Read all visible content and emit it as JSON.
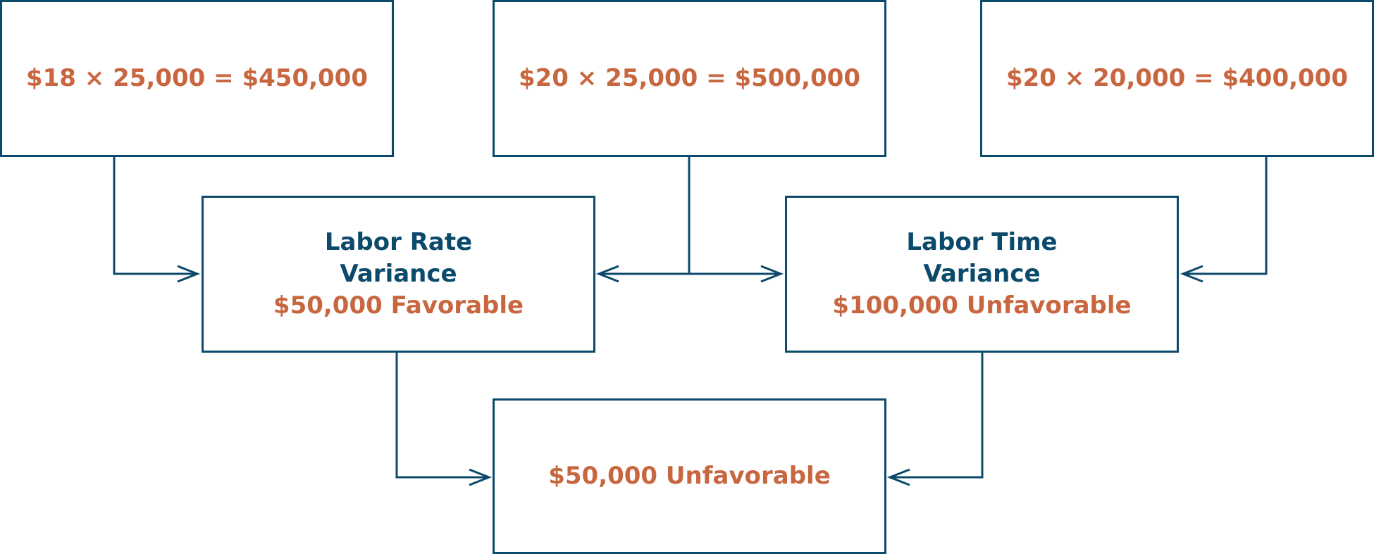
{
  "boxes": {
    "standard_cost": "$18 × 25,000 = $450,000",
    "middle_cost": "$20 × 25,000 = $500,000",
    "actual_cost": "$20 × 20,000 = $400,000",
    "labor_rate": {
      "title_line1": "Labor Rate",
      "title_line2": "Variance",
      "value": "$50,000 Favorable"
    },
    "labor_time": {
      "title_line1": "Labor Time",
      "title_line2": "Variance",
      "value": "$100,000 Unfavorable"
    },
    "total_variance": "$50,000 Unfavorable"
  },
  "colors": {
    "line": "#0b4a6b",
    "title_text": "#0b4a6b",
    "value_text": "#c8673f"
  }
}
